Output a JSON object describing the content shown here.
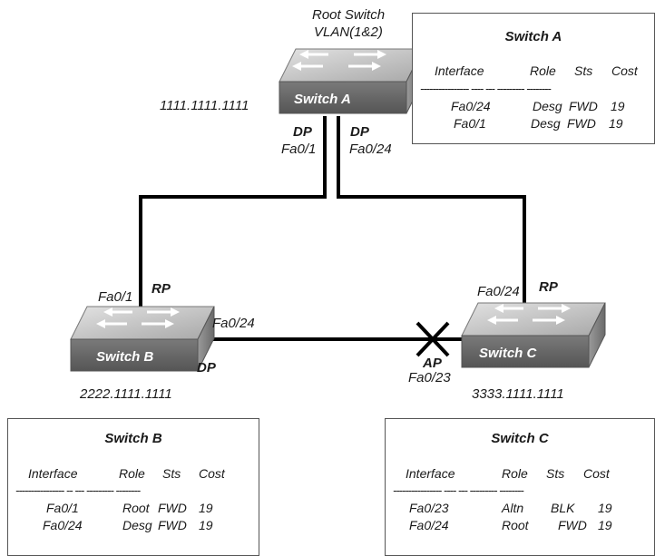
{
  "root_caption": {
    "line1": "Root Switch",
    "line2": "VLAN(1&2)"
  },
  "switches": {
    "a": {
      "name": "Switch A",
      "mac": "1111.1111.1111"
    },
    "b": {
      "name": "Switch B",
      "mac": "2222.1111.1111"
    },
    "c": {
      "name": "Switch C",
      "mac": "3333.1111.1111"
    }
  },
  "ports": {
    "a_left": {
      "role": "DP",
      "iface": "Fa0/1"
    },
    "a_right": {
      "role": "DP",
      "iface": "Fa0/24"
    },
    "b_up": {
      "role": "RP",
      "iface": "Fa0/1"
    },
    "b_right": {
      "role": "DP",
      "iface": "Fa0/24"
    },
    "c_up": {
      "role": "RP",
      "iface": "Fa0/24"
    },
    "c_left": {
      "role": "AP",
      "iface": "Fa0/23"
    }
  },
  "tables": {
    "a": {
      "title": "Switch A",
      "headers": [
        "Interface",
        "Role",
        "Sts",
        "Cost"
      ],
      "dashes": [
        "----------------",
        "----",
        "---",
        "---------",
        "--------"
      ],
      "rows": [
        [
          "Fa0/24",
          "Desg",
          "FWD",
          "19"
        ],
        [
          "Fa0/1",
          "Desg",
          "FWD",
          "19"
        ]
      ]
    },
    "b": {
      "title": "Switch B",
      "headers": [
        "Interface",
        "Role",
        "Sts",
        "Cost"
      ],
      "dashes": [
        "----------------",
        "--",
        "---",
        "---------",
        "--------"
      ],
      "rows": [
        [
          "Fa0/1",
          "Root",
          "FWD",
          "19"
        ],
        [
          "Fa0/24",
          "Desg",
          "FWD",
          "19"
        ]
      ]
    },
    "c": {
      "title": "Switch C",
      "headers": [
        "Interface",
        "Role",
        "Sts",
        "Cost"
      ],
      "dashes": [
        "----------------",
        "----",
        "---",
        "---------",
        "--------"
      ],
      "rows": [
        [
          "Fa0/23",
          "Altn",
          "BLK",
          "19"
        ],
        [
          "Fa0/24",
          "Root",
          "FWD",
          "19"
        ]
      ]
    }
  },
  "colors": {
    "link": "#000000",
    "switch_top": "#c4c4c4",
    "switch_front": "#6e6e6e",
    "switch_side": "#8c8c8c",
    "block_mark": "#000000"
  }
}
